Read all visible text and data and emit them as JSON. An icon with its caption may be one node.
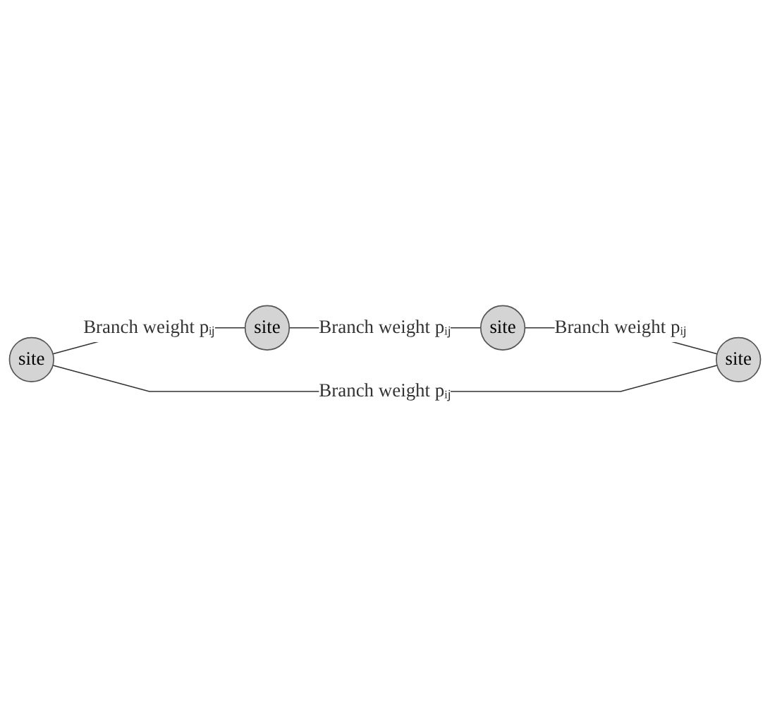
{
  "diagram": {
    "nodes": [
      {
        "text": [
          "site"
        ]
      },
      {
        "text": [
          "site"
        ]
      },
      {
        "text": [
          "site"
        ]
      },
      {
        "text": [
          "site"
        ]
      }
    ],
    "edges": [
      {
        "from": 0,
        "to": 1,
        "arrow": "none",
        "label": "Branch weight pᵢⱼ"
      },
      {
        "from": 1,
        "to": 3,
        "arrow": "none",
        "label": "Branch weight pᵢⱼ"
      },
      {
        "from": 3,
        "to": 2,
        "arrow": "none",
        "label": "Branch weight pᵢⱼ"
      },
      {
        "from": 2,
        "to": 0,
        "arrow": "none",
        "label": "Branch weight pᵢⱼ"
      }
    ]
  }
}
